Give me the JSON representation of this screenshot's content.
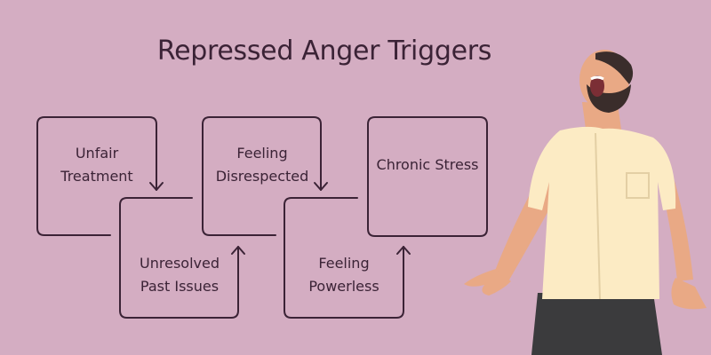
{
  "title": "Repressed Anger Triggers",
  "steps": [
    {
      "label": "Unfair\nTreatment"
    },
    {
      "label": "Unresolved\nPast Issues"
    },
    {
      "label": "Feeling\nDisrespected"
    },
    {
      "label": "Feeling\nPowerless"
    },
    {
      "label": "Chronic Stress"
    }
  ],
  "colors": {
    "background": "#d4adc2",
    "line": "#3b2336",
    "text": "#3b2336",
    "shirt": "#fcebc4",
    "skin": "#e9a985",
    "hair": "#3a2d2b",
    "pants": "#3b3b3d"
  },
  "illustration": {
    "icon": "screaming-man-illustration"
  }
}
